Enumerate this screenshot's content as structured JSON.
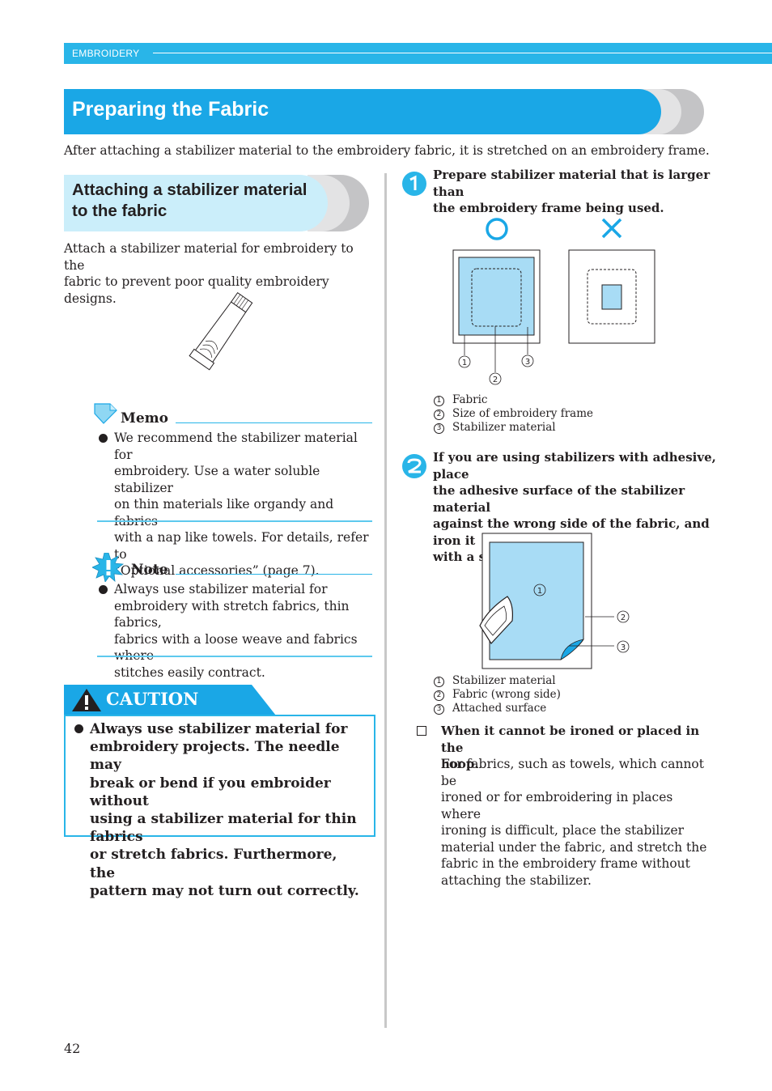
{
  "header": {
    "section": "EMBROIDERY"
  },
  "title": "Preparing the Fabric",
  "intro": "After attaching a stabilizer material to the embroidery fabric, it is stretched on an embroidery frame.",
  "subsection": {
    "title_line1": "Attaching a stabilizer material",
    "title_line2": "to the fabric",
    "body_lines": [
      "Attach a stabilizer material for embroidery to the",
      "fabric to prevent poor quality embroidery designs."
    ]
  },
  "memo": {
    "title": "Memo",
    "lines": [
      "We recommend the stabilizer material for",
      "embroidery. Use a water soluble stabilizer",
      "on thin materials like organdy and fabrics",
      "with a nap like towels. For details, refer to",
      "“Optional accessories” (page 7)."
    ]
  },
  "note": {
    "title": "Note",
    "lines": [
      "Always use stabilizer material for",
      "embroidery with stretch fabrics, thin fabrics,",
      "fabrics with a loose weave and fabrics where",
      "stitches easily contract."
    ]
  },
  "caution": {
    "title": "CAUTION",
    "lines": [
      "Always use stabilizer material for",
      "embroidery projects. The needle may",
      "break or bend if you embroider without",
      "using a stabilizer material for thin fabrics",
      "or stretch fabrics. Furthermore, the",
      "pattern may not turn out correctly."
    ]
  },
  "step1": {
    "lines": [
      "Prepare stabilizer material that is larger than",
      "the embroidery frame being used."
    ],
    "legend": [
      {
        "num": "1",
        "label": "Fabric"
      },
      {
        "num": "2",
        "label": "Size of embroidery frame"
      },
      {
        "num": "3",
        "label": "Stabilizer material"
      }
    ]
  },
  "step2": {
    "lines": [
      "If you are using stabilizers with adhesive, place",
      "the adhesive surface of the stabilizer material",
      "against the wrong side of the fabric, and iron it",
      "with a steam iron."
    ],
    "legend": [
      {
        "num": "1",
        "label": "Stabilizer material"
      },
      {
        "num": "2",
        "label": "Fabric (wrong side)"
      },
      {
        "num": "3",
        "label": "Attached surface"
      }
    ]
  },
  "tip": {
    "title_line1": "When it cannot be ironed or placed in the",
    "title_line2": "hoop.",
    "lines": [
      "For fabrics, such as towels, which cannot be",
      "ironed or for embroidering in places where",
      "ironing is difficult, place the stabilizer",
      "material under the fabric, and stretch the",
      "fabric in the embroidery frame without",
      "attaching the stabilizer."
    ]
  },
  "page_number": "42",
  "colors": {
    "accent": "#29b5e8",
    "light_accent": "#cbeefa",
    "gray_cap": "#c4c4c6"
  }
}
